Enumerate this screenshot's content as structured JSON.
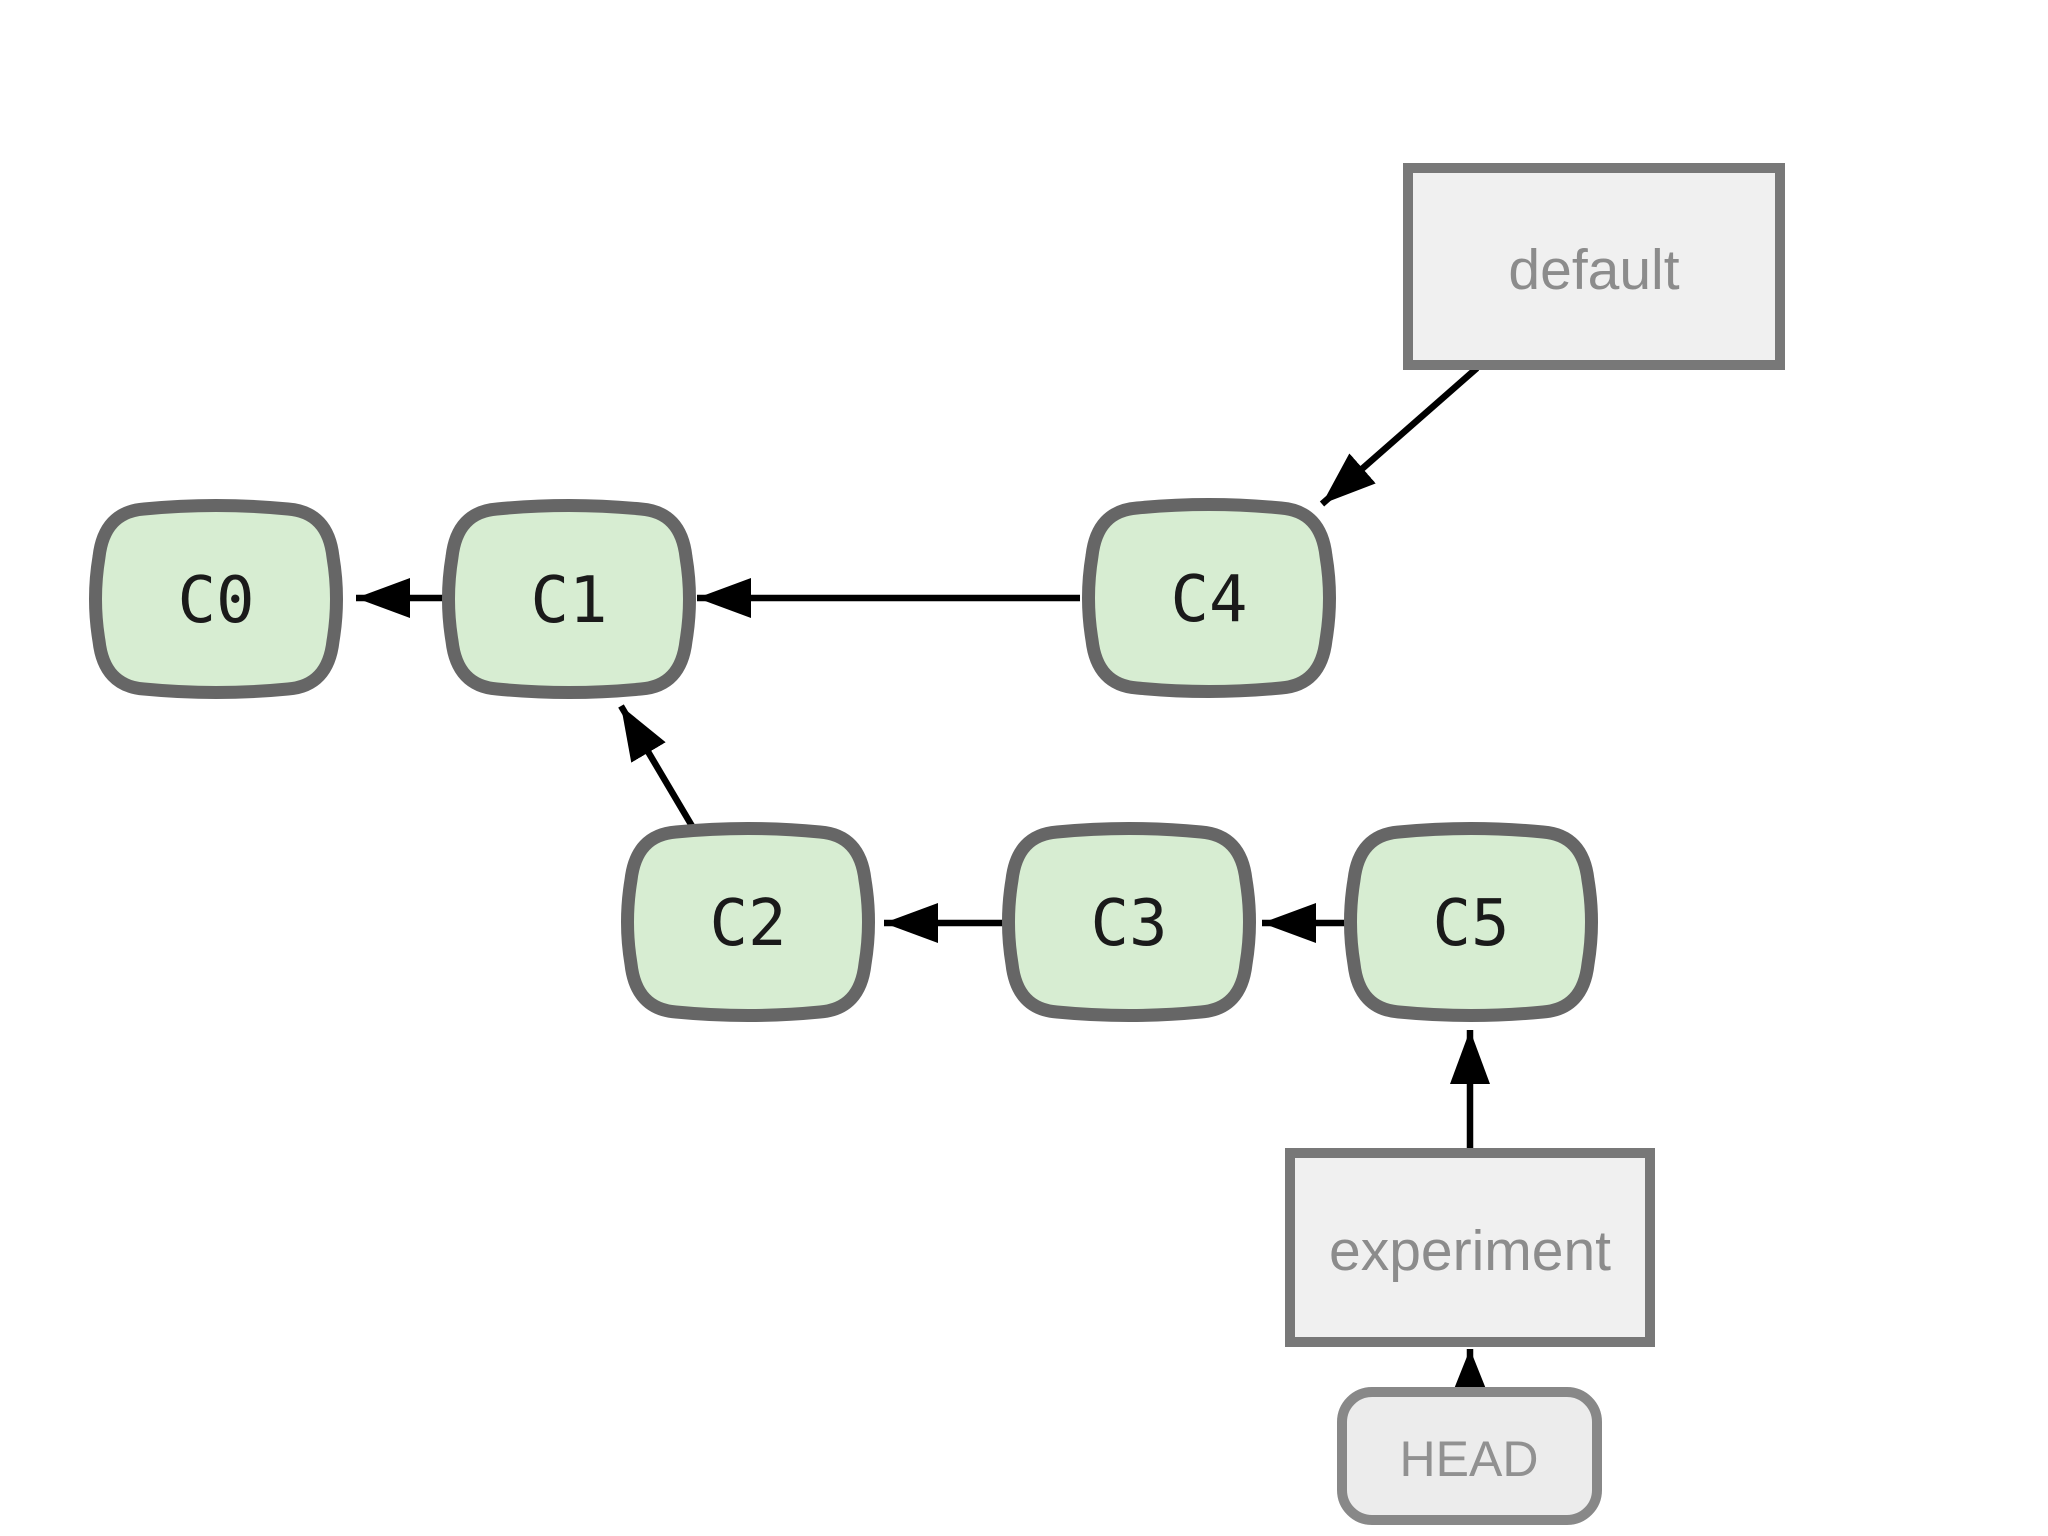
{
  "diagram": {
    "kind": "commit-graph",
    "commits": [
      {
        "label": "C0",
        "parent": null
      },
      {
        "label": "C1",
        "parent": "C0"
      },
      {
        "label": "C2",
        "parent": "C1"
      },
      {
        "label": "C3",
        "parent": "C2"
      },
      {
        "label": "C4",
        "parent": "C1"
      },
      {
        "label": "C5",
        "parent": "C3"
      }
    ],
    "branch_labels": [
      {
        "label": "default",
        "points_to": "C4"
      },
      {
        "label": "experiment",
        "points_to": "C5"
      }
    ],
    "head_label": {
      "label": "HEAD",
      "points_to": "experiment"
    },
    "colors": {
      "background": "#ffffff",
      "commit_fill": "#d7edd2",
      "commit_border": "#666666",
      "commit_text": "#1a1a1a",
      "label_box_fill": "#f0f0f0",
      "label_box_border": "#787878",
      "label_text": "#8c8c8c",
      "arrow": "#000000"
    }
  }
}
